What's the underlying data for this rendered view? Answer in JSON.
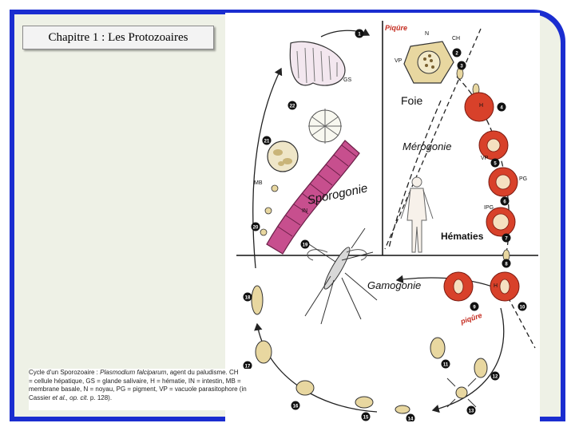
{
  "slide": {
    "title": "Chapitre 1 : Les Protozoaires"
  },
  "diagram": {
    "labels": {
      "piqure_top": "Piqûre",
      "piqure_bottom": "piqûre",
      "foie": "Foie",
      "merogonie": "Mérogonie",
      "sporogonie": "Sporogonie",
      "hematies": "Hématies",
      "gamogonie": "Gamogonie",
      "n": "N",
      "ch": "CH",
      "vp": "VP",
      "gs": "GS",
      "h": "H",
      "h2": "H",
      "vp2": "VP",
      "pg": "PG",
      "ipg": "IPG",
      "mb": "MB",
      "in": "IN"
    },
    "stage_numbers": [
      "1",
      "2",
      "3",
      "4",
      "5",
      "6",
      "7",
      "8",
      "9",
      "10",
      "11",
      "12",
      "13",
      "14",
      "15",
      "16",
      "17",
      "18",
      "19",
      "20",
      "21",
      "22"
    ]
  },
  "caption": {
    "line1_a": "Cycle d'un Sporozoaire : ",
    "line1_species": "Plasmodium falciparum",
    "line1_b": ", agent du paludisme. CH",
    "line2": "= cellule hépatique, GS = glande salivaire, H = hématie, IN = intestin, MB =",
    "line3": "membrane basale, N = noyau, PG = pigment, VP = vacuole parasitophore (in",
    "line4_a": "Cassier ",
    "line4_ref": "et al., op. cit.",
    "line4_b": " p. 128)."
  },
  "colors": {
    "frame": "#1a2dd0",
    "background": "#eef1e6",
    "red_cell": "#d8412a",
    "parasite": "#e8d7a0",
    "intestine": "#c74f8e",
    "label_red": "#c42a1e"
  }
}
